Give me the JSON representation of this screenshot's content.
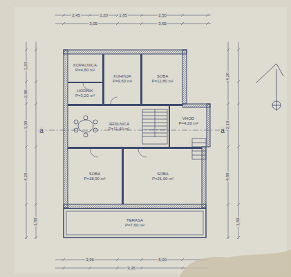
{
  "diagram": {
    "nodes": [
      {
        "text": [
          "KOPALNICA",
          "P=4,80 m²"
        ]
      },
      {
        "text": [
          "HODNIK",
          "P=3,20 m²"
        ]
      },
      {
        "text": [
          "KUHINJA",
          "P=9,60 m²"
        ]
      },
      {
        "text": [
          "SOBA",
          "P=12,80 m²"
        ]
      },
      {
        "text": [
          "JEDILNICA",
          "P=11,40 m²"
        ]
      },
      {
        "text": [
          "VHOD",
          "P=4,20 m²"
        ]
      },
      {
        "text": [
          "SOBA",
          "P=18,90 m²"
        ]
      },
      {
        "text": [
          "SOBA",
          "P=21,00 m²"
        ]
      },
      {
        "text": [
          "TERASA",
          "P=7,60 m²"
        ]
      }
    ],
    "labels": [
      "2,45",
      "1,20",
      "1,65",
      "2,50",
      "3,05",
      "3,65",
      "3,96",
      "5,00",
      "9,36",
      "1,20",
      "2,00",
      "3,90",
      "4,20",
      "1,80",
      "4,20",
      "2,10",
      "4,80",
      "1,80",
      "a",
      "a"
    ]
  }
}
